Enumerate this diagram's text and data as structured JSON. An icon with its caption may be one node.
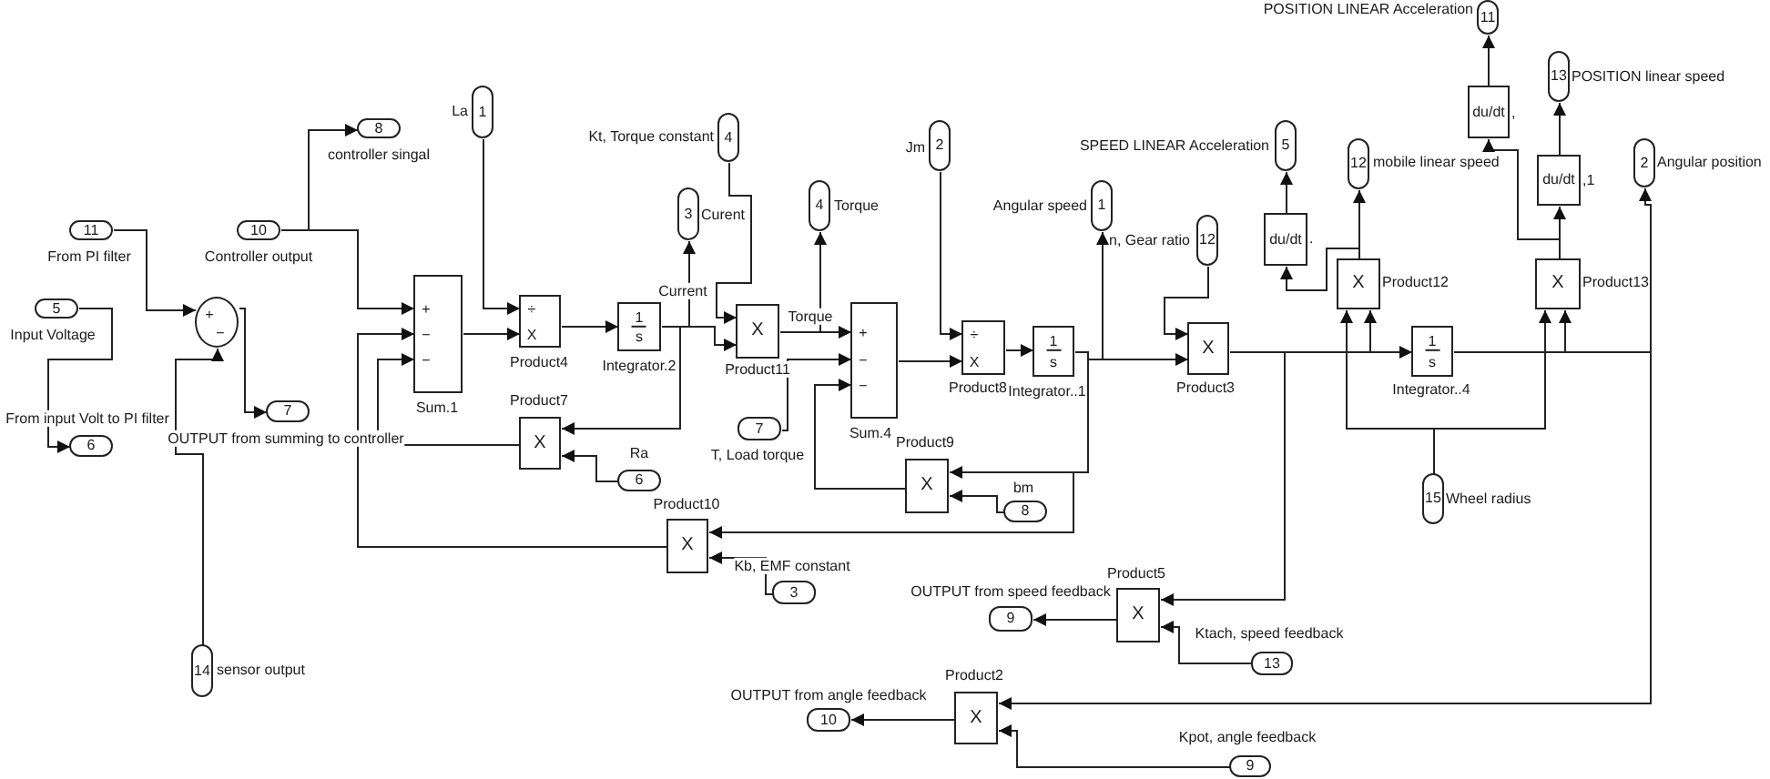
{
  "diagram": {
    "nodes": [
      {
        "text": [
          "11"
        ],
        "beside": [
          "From PI filter"
        ]
      },
      {
        "text": [
          "5"
        ],
        "beside": [
          "Input Voltage"
        ]
      },
      {
        "text": [
          "10"
        ],
        "beside": [
          "Controller output"
        ]
      },
      {
        "text": [
          "8"
        ],
        "beside": [
          "controller singal"
        ]
      },
      {
        "text": [
          "+",
          "−"
        ]
      },
      {
        "text": [
          "7"
        ],
        "beside": [
          "OUTPUT from summing to controller"
        ]
      },
      {
        "text": [
          "6"
        ],
        "beside": [
          "From input Volt to PI filter"
        ]
      },
      {
        "text": [
          "14"
        ],
        "beside": [
          "sensor output"
        ]
      },
      {
        "text": [
          "+",
          "−",
          "−"
        ],
        "beside": [
          "Sum.1"
        ]
      },
      {
        "text": [
          "1"
        ],
        "beside": [
          "La"
        ]
      },
      {
        "text": [
          "÷",
          "X"
        ],
        "beside": [
          "Product4"
        ]
      },
      {
        "text": [
          "X"
        ],
        "beside": [
          "Product7"
        ]
      },
      {
        "text": [
          "6"
        ],
        "beside": [
          "Ra"
        ]
      },
      {
        "text": [
          "1",
          "s"
        ],
        "beside": [
          "Integrator.2"
        ]
      },
      {
        "text": [
          "3"
        ],
        "beside": [
          "Curent"
        ]
      },
      {
        "text": [
          "4"
        ],
        "beside": [
          "Kt, Torque constant"
        ]
      },
      {
        "text": [
          "X"
        ],
        "beside": [
          "Product11"
        ]
      },
      {
        "text": [
          "4"
        ],
        "beside": [
          "Torque"
        ]
      },
      {
        "text": [
          "+",
          "−",
          "−"
        ],
        "beside": [
          "Sum.4"
        ]
      },
      {
        "text": [
          "7"
        ],
        "beside": [
          "T, Load torque"
        ]
      },
      {
        "text": [
          "X"
        ],
        "beside": [
          "Product10"
        ]
      },
      {
        "text": [
          "3"
        ],
        "beside": [
          "Kb, EMF constant"
        ]
      },
      {
        "text": [
          "2"
        ],
        "beside": [
          "Jm"
        ]
      },
      {
        "text": [
          "÷",
          "X"
        ],
        "beside": [
          "Product8"
        ]
      },
      {
        "text": [
          "1",
          "s"
        ],
        "beside": [
          "Integrator..1"
        ]
      },
      {
        "text": [
          "X"
        ],
        "beside": [
          "Product9"
        ]
      },
      {
        "text": [
          "8"
        ],
        "beside": [
          "bm"
        ]
      },
      {
        "text": [
          "1"
        ],
        "beside": [
          "Angular speed"
        ]
      },
      {
        "text": [
          "12"
        ],
        "beside": [
          "n, Gear ratio"
        ]
      },
      {
        "text": [
          "X"
        ],
        "beside": [
          "Product3"
        ]
      },
      {
        "text": [
          "5"
        ],
        "beside": [
          "SPEED LINEAR Acceleration"
        ]
      },
      {
        "text": [
          "du/dt"
        ],
        "beside": [
          "."
        ]
      },
      {
        "text": [
          "12"
        ],
        "beside": [
          "mobile linear speed"
        ]
      },
      {
        "text": [
          "X"
        ],
        "beside": [
          "Product12"
        ]
      },
      {
        "text": [
          "1",
          "s"
        ],
        "beside": [
          "Integrator..4"
        ]
      },
      {
        "text": [
          "15"
        ],
        "beside": [
          "Wheel radius"
        ]
      },
      {
        "text": [
          "11"
        ],
        "beside": [
          "POSITION LINEAR Acceleration"
        ]
      },
      {
        "text": [
          "du/dt"
        ],
        "beside": [
          ","
        ]
      },
      {
        "text": [
          "13"
        ],
        "beside": [
          "POSITION linear speed"
        ]
      },
      {
        "text": [
          "du/dt"
        ],
        "beside": [
          ",1"
        ]
      },
      {
        "text": [
          "X"
        ],
        "beside": [
          "Product13"
        ]
      },
      {
        "text": [
          "2"
        ],
        "beside": [
          "Angular position"
        ]
      },
      {
        "text": [
          "X"
        ],
        "beside": [
          "Product5"
        ]
      },
      {
        "text": [
          "9"
        ],
        "beside": [
          "OUTPUT from speed feedback"
        ]
      },
      {
        "text": [
          "13"
        ],
        "beside": [
          "Ktach, speed feedback"
        ]
      },
      {
        "text": [
          "X"
        ],
        "beside": [
          "Product2"
        ]
      },
      {
        "text": [
          "10"
        ],
        "beside": [
          "OUTPUT from angle feedback"
        ]
      },
      {
        "text": [
          "9"
        ],
        "beside": [
          "Kpot, angle feedback"
        ]
      }
    ],
    "edges": [
      {
        "from": 0,
        "to": 4,
        "arrow": "to"
      },
      {
        "from": 1,
        "to": 6,
        "arrow": "to"
      },
      {
        "from": 4,
        "to": 5,
        "arrow": "to"
      },
      {
        "from": 7,
        "to": 4,
        "arrow": "to"
      },
      {
        "from": 2,
        "to": 3,
        "arrow": "to"
      },
      {
        "from": 2,
        "to": 8,
        "arrow": "to"
      },
      {
        "from": 20,
        "to": 8,
        "arrow": "to"
      },
      {
        "from": 11,
        "to": 8,
        "arrow": "to"
      },
      {
        "from": 9,
        "to": 10,
        "arrow": "to"
      },
      {
        "from": 8,
        "to": 10,
        "arrow": "to"
      },
      {
        "from": 10,
        "to": 13,
        "arrow": "to"
      },
      {
        "from": 13,
        "to": 14,
        "arrow": "to",
        "label": "Current"
      },
      {
        "from": 13,
        "to": 16,
        "arrow": "to"
      },
      {
        "from": 13,
        "to": 11,
        "arrow": "to"
      },
      {
        "from": 12,
        "to": 11,
        "arrow": "to"
      },
      {
        "from": 15,
        "to": 16,
        "arrow": "to"
      },
      {
        "from": 16,
        "to": 17,
        "arrow": "to",
        "label": "Torque"
      },
      {
        "from": 16,
        "to": 18,
        "arrow": "to"
      },
      {
        "from": 19,
        "to": 18,
        "arrow": "to"
      },
      {
        "from": 25,
        "to": 18,
        "arrow": "to"
      },
      {
        "from": 18,
        "to": 23,
        "arrow": "to"
      },
      {
        "from": 22,
        "to": 23,
        "arrow": "to"
      },
      {
        "from": 23,
        "to": 24,
        "arrow": "to"
      },
      {
        "from": 24,
        "to": 27,
        "arrow": "to"
      },
      {
        "from": 24,
        "to": 29,
        "arrow": "to"
      },
      {
        "from": 24,
        "to": 25,
        "arrow": "to"
      },
      {
        "from": 24,
        "to": 20,
        "arrow": "to"
      },
      {
        "from": 26,
        "to": 25,
        "arrow": "to"
      },
      {
        "from": 21,
        "to": 20,
        "arrow": "to"
      },
      {
        "from": 28,
        "to": 29,
        "arrow": "to"
      },
      {
        "from": 29,
        "to": 34,
        "arrow": "to"
      },
      {
        "from": 29,
        "to": 33,
        "arrow": "to"
      },
      {
        "from": 29,
        "to": 42,
        "arrow": "to"
      },
      {
        "from": 35,
        "to": 33,
        "arrow": "to"
      },
      {
        "from": 35,
        "to": 40,
        "arrow": "to"
      },
      {
        "from": 34,
        "to": 40,
        "arrow": "to"
      },
      {
        "from": 34,
        "to": 41,
        "arrow": "to"
      },
      {
        "from": 34,
        "to": 45,
        "arrow": "to"
      },
      {
        "from": 33,
        "to": 32,
        "arrow": "to"
      },
      {
        "from": 33,
        "to": 31,
        "arrow": "to"
      },
      {
        "from": 31,
        "to": 30,
        "arrow": "to"
      },
      {
        "from": 40,
        "to": 39,
        "arrow": "to"
      },
      {
        "from": 40,
        "to": 37,
        "arrow": "to"
      },
      {
        "from": 39,
        "to": 38,
        "arrow": "to"
      },
      {
        "from": 37,
        "to": 36,
        "arrow": "to"
      },
      {
        "from": 44,
        "to": 42,
        "arrow": "to"
      },
      {
        "from": 42,
        "to": 43,
        "arrow": "to"
      },
      {
        "from": 47,
        "to": 45,
        "arrow": "to"
      },
      {
        "from": 45,
        "to": 46,
        "arrow": "to"
      }
    ]
  }
}
